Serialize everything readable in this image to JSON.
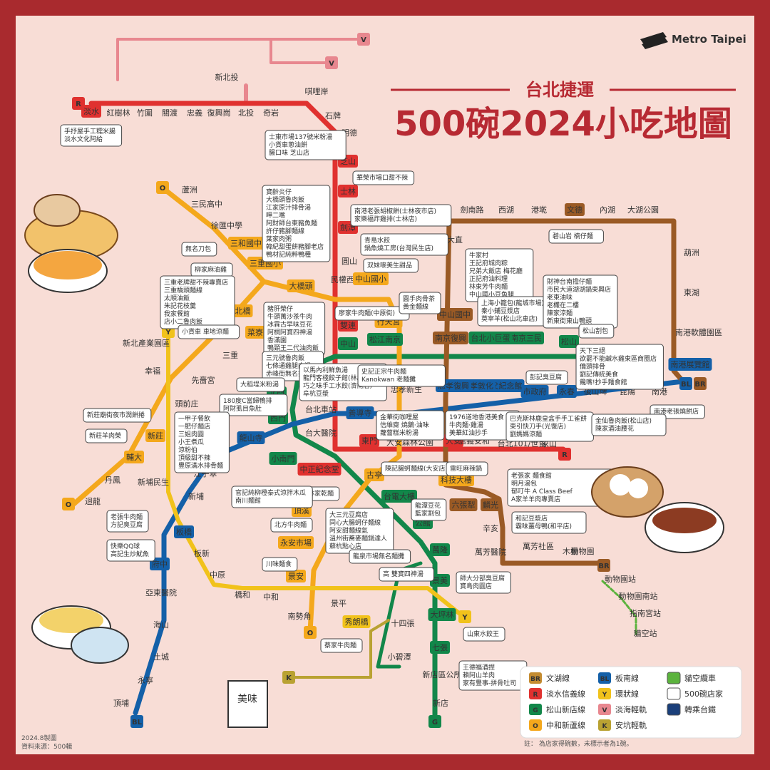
{
  "brand": {
    "name": "Metro Taipei"
  },
  "title": {
    "top": "台北捷運",
    "main": "500碗2024小吃地圖"
  },
  "footer": {
    "made": "2024.8製圖",
    "source": "資料來源：500輯"
  },
  "legend": {
    "items": [
      {
        "code": "BR",
        "label": "文湖線",
        "color": "#c48c31"
      },
      {
        "code": "BL",
        "label": "板南線",
        "color": "#1460a8"
      },
      {
        "code": "",
        "label": "貓空纜車",
        "color": "#5bb33d"
      },
      {
        "code": "R",
        "label": "淡水信義線",
        "color": "#e0312f"
      },
      {
        "code": "Y",
        "label": "環狀線",
        "color": "#f1c21b"
      },
      {
        "code": "",
        "label": "500碗店家",
        "color": "#ffffff"
      },
      {
        "code": "G",
        "label": "松山新店線",
        "color": "#12874a"
      },
      {
        "code": "V",
        "label": "淡海輕軌",
        "color": "#e8878f"
      },
      {
        "code": "",
        "label": "轉乘台鐵",
        "color": "#1a3f7a"
      },
      {
        "code": "O",
        "label": "中和新蘆線",
        "color": "#f4a81c"
      },
      {
        "code": "K",
        "label": "安坑輕軌",
        "color": "#b9a232"
      }
    ],
    "note": "註：  為店家得碗數，未標示者為1碗。"
  },
  "lines": {
    "R": {
      "color": "#e0312f"
    },
    "G": {
      "color": "#12874a"
    },
    "BL": {
      "color": "#1460a8"
    },
    "BR": {
      "color": "#9a5a25"
    },
    "O": {
      "color": "#f4a81c"
    },
    "Y": {
      "color": "#f1c21b"
    },
    "V": {
      "color": "#e8878f"
    },
    "K": {
      "color": "#b9a232"
    }
  },
  "stations": [
    "淡水",
    "紅樹林",
    "竹圍",
    "關渡",
    "忠義",
    "復興崗",
    "北投",
    "奇岩",
    "唭哩岸",
    "石牌",
    "明德",
    "芝山",
    "士林",
    "劍潭",
    "圓山",
    "民權西路",
    "雙連",
    "中山",
    "台北車站",
    "台大醫院",
    "中正紀念堂",
    "東門",
    "大安森林公園",
    "大安",
    "信義安和",
    "台北101/世貿",
    "象山",
    "新北投",
    "松山",
    "南京三民",
    "台北小巨蛋",
    "南京復興",
    "松江南京",
    "北門",
    "西門",
    "小南門",
    "古亭",
    "台電大樓",
    "公館",
    "萬隆",
    "景美",
    "大坪林",
    "七張",
    "小碧潭",
    "新店區公所",
    "新店",
    "南港展覽館",
    "南港",
    "昆陽",
    "後山埤",
    "永春",
    "市政府",
    "國父紀念館",
    "忠孝敦化",
    "忠孝復興",
    "忠孝新生",
    "善導寺",
    "龍山寺",
    "江子翠",
    "新埔",
    "板橋",
    "府中",
    "亞東醫院",
    "海山",
    "土城",
    "永寧",
    "頂埔",
    "動物園",
    "木柵",
    "萬芳社區",
    "萬芳醫院",
    "辛亥",
    "麟光",
    "六張犁",
    "科技大樓",
    "大直",
    "劍南路",
    "西湖",
    "港墘",
    "文德",
    "內湖",
    "大湖公園",
    "葫洲",
    "東湖",
    "南港軟體園區",
    "中山國中",
    "蘆洲",
    "三民高中",
    "徐匯中學",
    "三和國中",
    "三重國小",
    "大橋頭",
    "台北橋",
    "菜寮",
    "三重",
    "先嗇宮",
    "頭前庄",
    "新莊",
    "輔大",
    "丹鳳",
    "迴龍",
    "行天宮",
    "中山國小",
    "頂溪",
    "永安市場",
    "景安",
    "南勢角",
    "新北產業園區",
    "幸福",
    "新埔民生",
    "板新",
    "中原",
    "橋和",
    "中和",
    "秀朗橋",
    "景平",
    "十四張",
    "動物園站",
    "動物園南站",
    "指南宮站",
    "貓空站"
  ],
  "shops": [
    {
      "id": "tamsui",
      "lines": [
        "手抒屋手工糯米腸",
        "淡水文化阿給"
      ]
    },
    {
      "id": "shilin_top",
      "lines": [
        "士東市場137號米粉湯",
        "小貨車蔥油餅",
        "腸口味 芝山店"
      ]
    },
    {
      "id": "shilin_mid",
      "lines": [
        "華榮市場口甜不辣"
      ]
    },
    {
      "id": "jiantan",
      "lines": [
        "南港老張胡椒餅(士林夜市店)",
        "家樂福炸雞排(士林店)"
      ]
    },
    {
      "id": "yuanshan",
      "lines": [
        "寶齡炎仔",
        "大橋頭魯肉飯",
        "江家原汁排骨湯",
        "呷二嘴",
        "阿財師台東豬魚麵",
        "許仔豬腳麵線",
        "葉家肉粥",
        "韓紀甜蛋餅豬腳老店",
        "鴨材記純粹鴨種"
      ]
    },
    {
      "id": "wuzhang",
      "lines": [
        "無名刀包"
      ]
    },
    {
      "id": "liujia",
      "lines": [
        "柳家麻油雞"
      ]
    },
    {
      "id": "sanchong",
      "lines": [
        "三重老牌甜不辣專賣店",
        "三重橋頭麵線",
        "太順油飯",
        "朱記花枝羹",
        "我家餐館",
        "店小二魯肉飯"
      ]
    },
    {
      "id": "xiaohuo",
      "lines": [
        "小貨車 車地涼麵"
      ]
    },
    {
      "id": "shuanglian",
      "lines": [
        "豬肝榮仔",
        "牛頭萬沙茶牛肉",
        "冰霖古早味豆花",
        "阿桐阿寶四神湯",
        "香滿園",
        "鴨頸王二代油肉飯"
      ]
    },
    {
      "id": "qingniu",
      "lines": [
        "青島水餃",
        "鍋魚燒工房(台灣民生店)"
      ]
    },
    {
      "id": "shuangwei",
      "lines": [
        "双妹嘜美生甜品"
      ]
    },
    {
      "id": "liaojia",
      "lines": [
        "廖家牛肉麵(中原街)"
      ]
    },
    {
      "id": "yuanzi",
      "lines": [
        "圓手肉骨茶",
        "黃金麵線"
      ]
    },
    {
      "id": "sanyuan",
      "lines": [
        "三元號魯肉飯",
        "七條通雞腿肉湯",
        "赤峰街無名排骨飯"
      ]
    },
    {
      "id": "damiao",
      "lines": [
        "大稻埕米粉湯"
      ]
    },
    {
      "id": "yimiao",
      "lines": [
        "以馬內利鮮魚湯",
        "龍門客棧餃子館(林森店)",
        "巧之味手工水餃(濟南店)",
        "阜杭豆漿"
      ]
    },
    {
      "id": "shiji",
      "lines": [
        "史記正宗牛肉麵",
        "Kanokwan 老麵攤"
      ]
    },
    {
      "id": "niujia",
      "lines": [
        "牛家村",
        "王記府城肉粽",
        "兄弟大飯店 梅花廳",
        "正記府油料理",
        "林東芳牛肉麵",
        "中山國小豆魚腿"
      ]
    },
    {
      "id": "xiaolong",
      "lines": [
        "上海小籠包(龍城市場)",
        "秦小鋪豆漿店",
        "莫宰羊(松山北車店)"
      ]
    },
    {
      "id": "caiji",
      "lines": [
        "財神台南擔仔麵",
        "市民大道湖湖鍋東興店",
        "老東油味",
        "老欉在二樓",
        "陳家涼麵",
        "新東街東山鴨頭"
      ]
    },
    {
      "id": "bishan",
      "lines": [
        "碧山岩 楠仔麵"
      ]
    },
    {
      "id": "songbao",
      "lines": [
        "松山割包"
      ]
    },
    {
      "id": "tianxia",
      "lines": [
        "天下三絕",
        "欲罷不能鹹水雞東區商圈店",
        "僑頭排骨",
        "劉記傳統美食",
        "饞嘴!抄手麵食館"
      ]
    },
    {
      "id": "nangang",
      "lines": [
        "南港老張燒餅店"
      ]
    },
    {
      "id": "yanpin",
      "lines": [
        "彭記臭豆腐"
      ]
    },
    {
      "id": "huacheng",
      "lines": [
        "180度C當歸鴨排",
        "阿財虱目魚肚"
      ]
    },
    {
      "id": "xinzhuang_night",
      "lines": [
        "新莊廟街夜市潤餅捲"
      ]
    },
    {
      "id": "xinzhuang_goat",
      "lines": [
        "新莊羊肉榮"
      ]
    },
    {
      "id": "banqiao_box",
      "lines": [
        "一甲子餐飲",
        "一肥仔麵店",
        "三姐肉圓",
        "小王煮瓜",
        "涼粉伯",
        "頂級甜不辣",
        "豐原滿水排骨麵"
      ]
    },
    {
      "id": "jinhua",
      "lines": [
        "金華街咖哩屋",
        "信維齋 燒鵝‧油味",
        "蘿蔔糕米粉湯"
      ]
    },
    {
      "id": "xiangyuan",
      "lines": [
        "1976道地香港美食",
        "牛肉麵‧雞湯",
        "美華紅油抄手"
      ]
    },
    {
      "id": "bake",
      "lines": [
        "巴克斯林鹿皇盒手手工雀餅",
        "東引快刀手(光復店)",
        "劉媽媽涼麵"
      ]
    },
    {
      "id": "jinshan",
      "lines": [
        "金仙魯肉飯(松山店)",
        "陳家酒油腰花"
      ]
    },
    {
      "id": "chenjiki",
      "lines": [
        "陳記腸蚵麵線(大安店)"
      ]
    },
    {
      "id": "wanglai",
      "lines": [
        "雷旺麻辣鍋"
      ]
    },
    {
      "id": "linjia",
      "lines": [
        "林家乾麵"
      ]
    },
    {
      "id": "guanji",
      "lines": [
        "官記純柳橙泰式涼拌木瓜",
        "南川麵館"
      ]
    },
    {
      "id": "yongji",
      "lines": [
        "龍潭豆花",
        "藍家割包"
      ]
    },
    {
      "id": "laozhang",
      "lines": [
        "老張家 麵食館",
        "明月湯包",
        "郁叮牛 A Class Beef",
        "A家羊羊肉專賣店"
      ]
    },
    {
      "id": "heji",
      "lines": [
        "和記豆漿店",
        "霸味薑母鴨(和平店)"
      ]
    },
    {
      "id": "sanyuanguo",
      "lines": [
        "大三元豆腐店",
        "同心大腸蚵仔麵線",
        "阿安甜麵線氣",
        "溫州街蕎麥麵鍋達人",
        "蘇杭點心店"
      ]
    },
    {
      "id": "north",
      "lines": [
        "北方牛肉麵"
      ]
    },
    {
      "id": "chuanchuan",
      "lines": [
        "川味麵食"
      ]
    },
    {
      "id": "laofan",
      "lines": [
        "老張牛肉麵",
        "方記臭豆腐"
      ]
    },
    {
      "id": "kuaile",
      "lines": [
        "快樂QQ球",
        "高記生炒魷魚"
      ]
    },
    {
      "id": "market",
      "lines": [
        "龍泉市場無名麵攤"
      ]
    },
    {
      "id": "gao",
      "lines": [
        "高 雙寶四神湯"
      ]
    },
    {
      "id": "shida",
      "lines": [
        "師大分部臭豆腐",
        "寶島肉圓店"
      ]
    },
    {
      "id": "cai",
      "lines": [
        "蔡家牛肉麵"
      ]
    },
    {
      "id": "shandong",
      "lines": [
        "山東水餃王"
      ]
    },
    {
      "id": "wangde",
      "lines": [
        "王德福酒捏",
        "賴阿山羊肉",
        "家有豐事-拼骨吐司"
      ]
    }
  ]
}
